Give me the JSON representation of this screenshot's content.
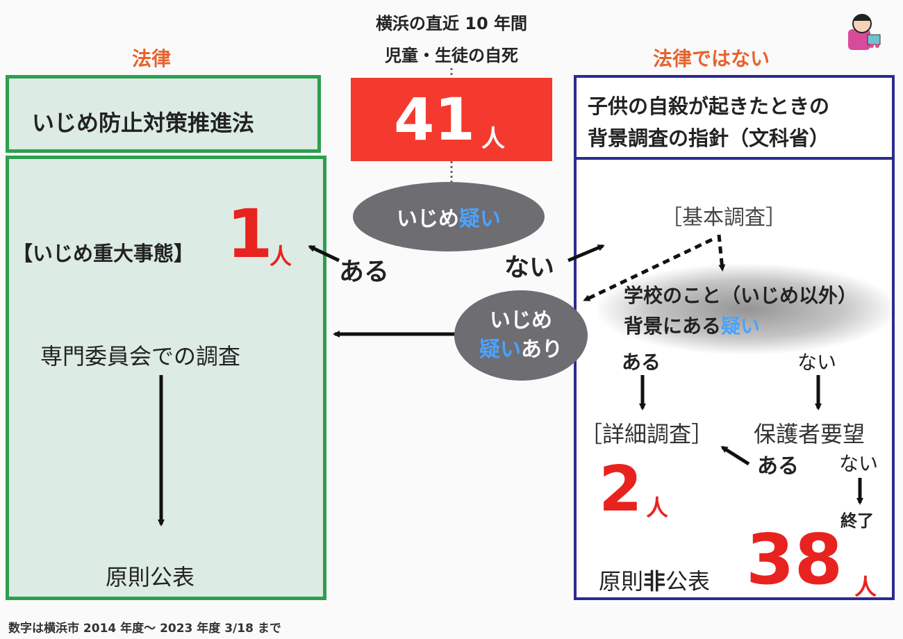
{
  "top": {
    "line1": "横浜の直近 10 年間",
    "line2": "児童・生徒の自死",
    "count_num": "41",
    "count_unit": "人"
  },
  "left": {
    "label": "法律",
    "header": "いじめ防止対策推進法",
    "serious_case": "【いじめ重大事態】",
    "serious_num": "1",
    "serious_unit": "人",
    "committee": "専門委員会での調査",
    "publish": "原則公表"
  },
  "right": {
    "label": "法律ではない",
    "header_line1": "子供の自殺が起きたときの",
    "header_line2": "背景調査の指針（文科省）",
    "basic": "［基本調査］",
    "school_line1": "学校のこと（いじめ以外）",
    "school_line2a": "背景にある",
    "school_line2b": "疑い",
    "yes1": "ある",
    "no1": "ない",
    "detail": "［詳細調査］",
    "parents": "保護者要望",
    "yes2": "ある",
    "no2": "ない",
    "detail_num": "2",
    "detail_unit": "人",
    "end": "終了",
    "nonpublic_a": "原則",
    "nonpublic_b": "非",
    "nonpublic_c": "公表",
    "nonpublic_num": "38",
    "nonpublic_unit": "人"
  },
  "center": {
    "doubt_a": "いじめ",
    "doubt_b": "疑い",
    "yes": "ある",
    "no": "ない",
    "suspect_line1": "いじめ",
    "suspect_line2a": "疑い",
    "suspect_line2b": "あり"
  },
  "footnote": "数字は横浜市 2014 年度～ 2023 年度 3/18 まで",
  "colors": {
    "green": "#2e9e4f",
    "navy": "#2b2b8e",
    "red": "#e8231f",
    "orange": "#e8622c",
    "blue": "#2f7fd6"
  },
  "icons": [
    "presenter-avatar-icon"
  ]
}
